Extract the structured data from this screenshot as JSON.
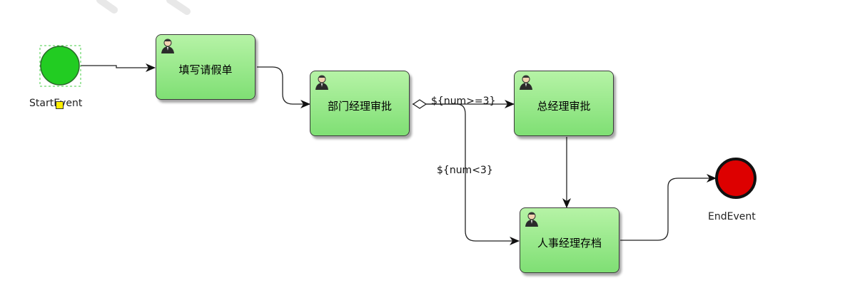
{
  "diagram": {
    "start_event": {
      "label": "StartEvent",
      "color": "#22cc22"
    },
    "end_event": {
      "label": "EndEvent",
      "color": "#dd0000"
    },
    "tasks": [
      {
        "id": "t1",
        "label": "填写请假单",
        "icon": "user-icon"
      },
      {
        "id": "t2",
        "label": "部门经理审批",
        "icon": "user-icon"
      },
      {
        "id": "t3",
        "label": "总经理审批",
        "icon": "user-icon"
      },
      {
        "id": "t4",
        "label": "人事经理存档",
        "icon": "user-icon"
      }
    ],
    "flows": [
      {
        "from": "start",
        "to": "t1"
      },
      {
        "from": "t1",
        "to": "t2"
      },
      {
        "from": "t2",
        "to": "t3",
        "condition": "${num>=3}"
      },
      {
        "from": "t2",
        "to": "t4",
        "condition": "${num<3}"
      },
      {
        "from": "t3",
        "to": "t4"
      },
      {
        "from": "t4",
        "to": "end"
      }
    ],
    "task_fill": "#8be57f",
    "line_color": "#222222"
  }
}
